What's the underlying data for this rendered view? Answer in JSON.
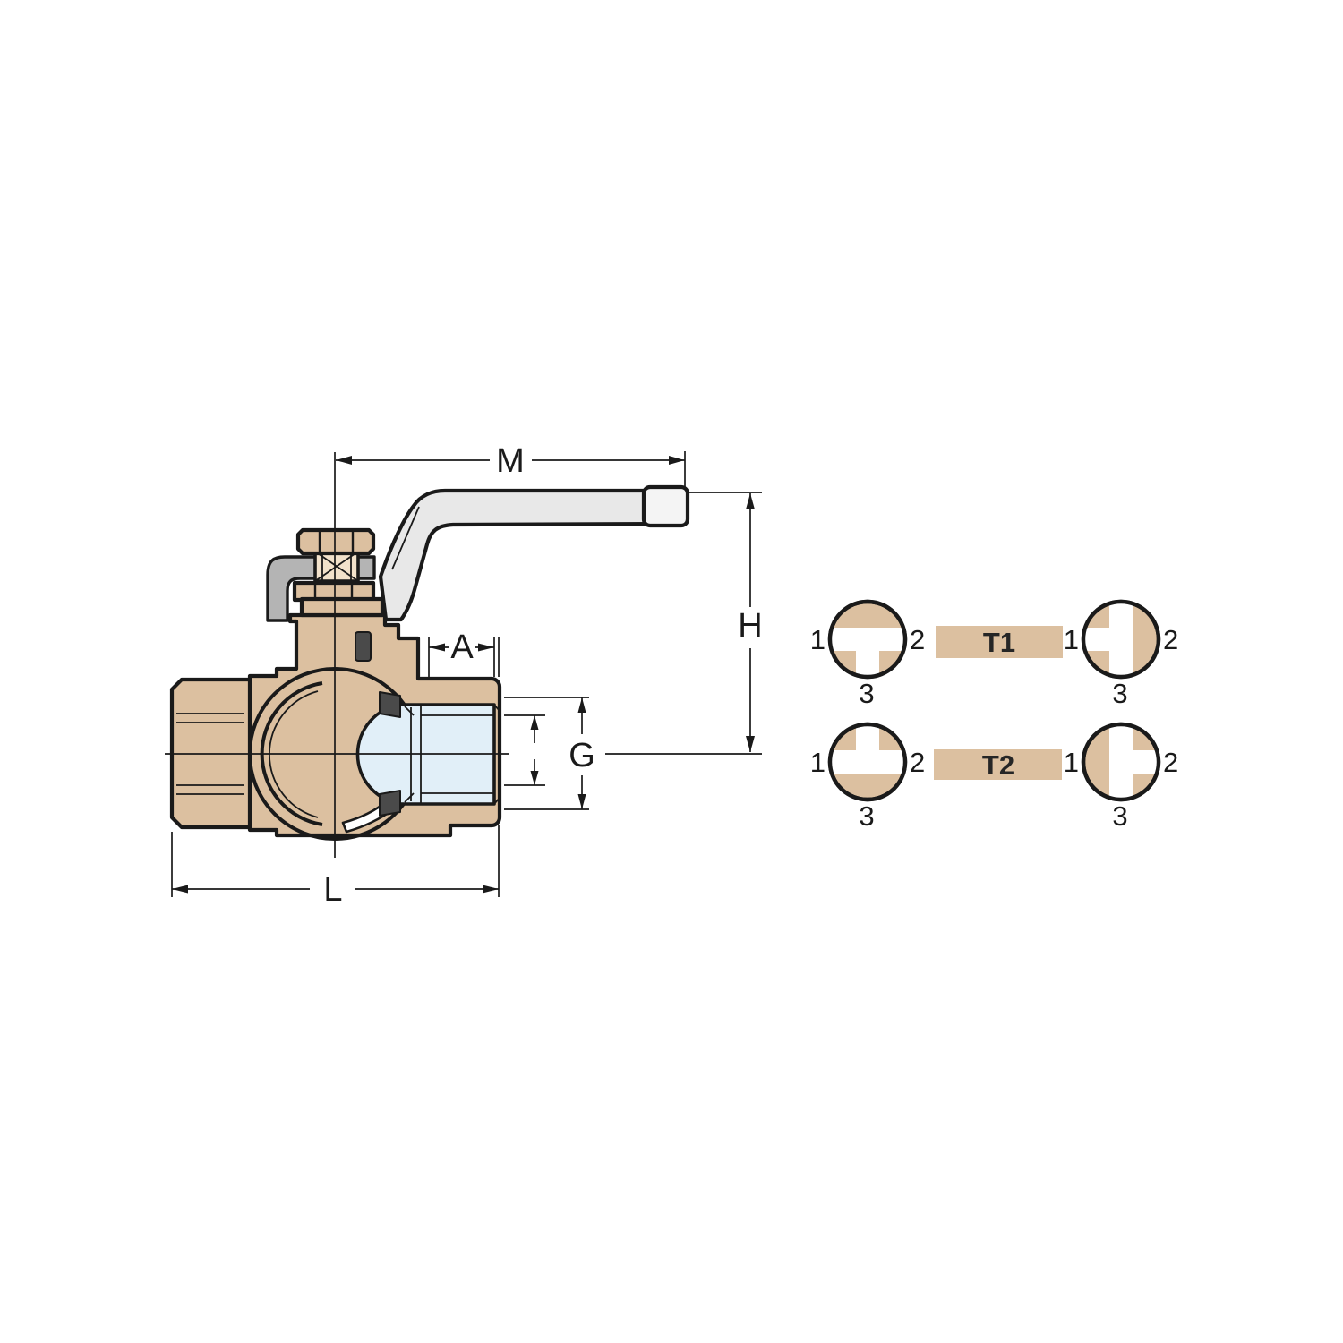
{
  "valve_drawing": {
    "description": "cross-section of a 3-way ball valve with side lever handle",
    "dimension_labels": {
      "m": "M",
      "h": "H",
      "a": "A",
      "g": "G",
      "l": "L"
    }
  },
  "flow_diagrams": {
    "rows": [
      {
        "label": "T1",
        "left": {
          "pattern": "T-bore arms left-right-down",
          "port1": "1",
          "port2": "2",
          "port3": "3"
        },
        "right": {
          "pattern": "T-bore arms up-down-left",
          "port1": "1",
          "port2": "2",
          "port3": "3"
        }
      },
      {
        "label": "T2",
        "left": {
          "pattern": "T-bore arms left-right-up",
          "port1": "1",
          "port2": "2",
          "port3": "3"
        },
        "right": {
          "pattern": "T-bore arms up-down-right",
          "port1": "1",
          "port2": "2",
          "port3": "3"
        }
      }
    ]
  },
  "colors": {
    "body_tan": "#dcc0a0",
    "bore_blue": "#e1eff8",
    "handle_gray": "#e8e8e8",
    "handle_tip": "#f4f4f4",
    "bracket_gray": "#b4b4b4",
    "seal_dark": "#4a4a4a",
    "stem_cream": "#f2e2cb",
    "line": "#1a1a1a"
  }
}
